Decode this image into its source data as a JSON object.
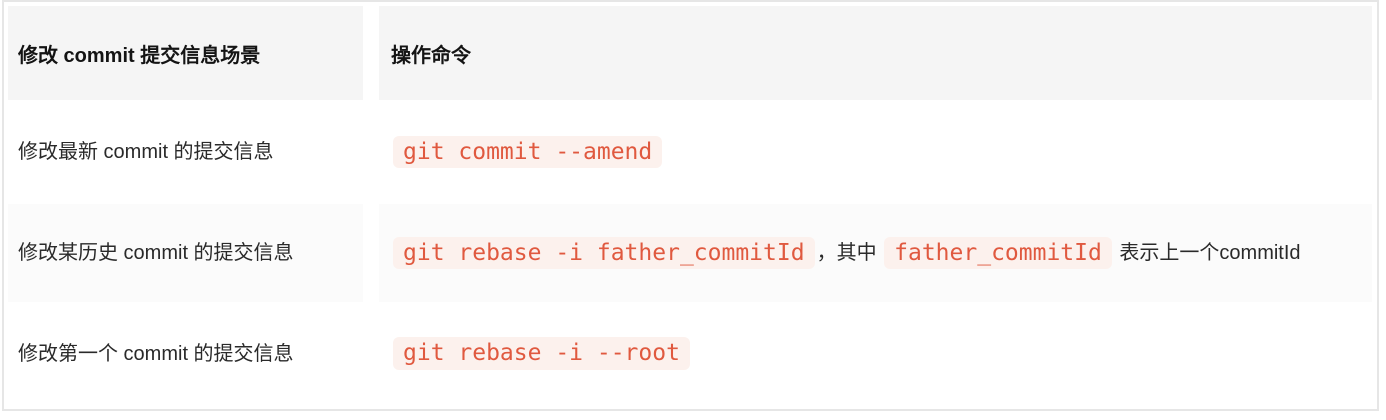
{
  "colors": {
    "code-text": "#e0593f",
    "code-bg": "#fcf1ed",
    "header-bg": "#f5f5f5",
    "row-alt-bg": "#fbfbfb",
    "body-text": "#2a2a2a",
    "header-text": "#141414",
    "border": "#e6e6e6"
  },
  "table": {
    "headers": [
      "修改 commit 提交信息场景",
      "操作命令"
    ],
    "rows": [
      {
        "scenario": "修改最新 commit 的提交信息",
        "command": [
          {
            "type": "code",
            "text": "git commit --amend"
          }
        ]
      },
      {
        "scenario": "修改某历史 commit 的提交信息",
        "command": [
          {
            "type": "code",
            "text": "git rebase -i father_commitId"
          },
          {
            "type": "text",
            "text": "，其中 "
          },
          {
            "type": "code",
            "text": "father_commitId"
          },
          {
            "type": "text",
            "text": " 表示上一个commitId"
          }
        ]
      },
      {
        "scenario": "修改第一个 commit 的提交信息",
        "command": [
          {
            "type": "code",
            "text": "git rebase -i --root"
          }
        ]
      }
    ]
  }
}
